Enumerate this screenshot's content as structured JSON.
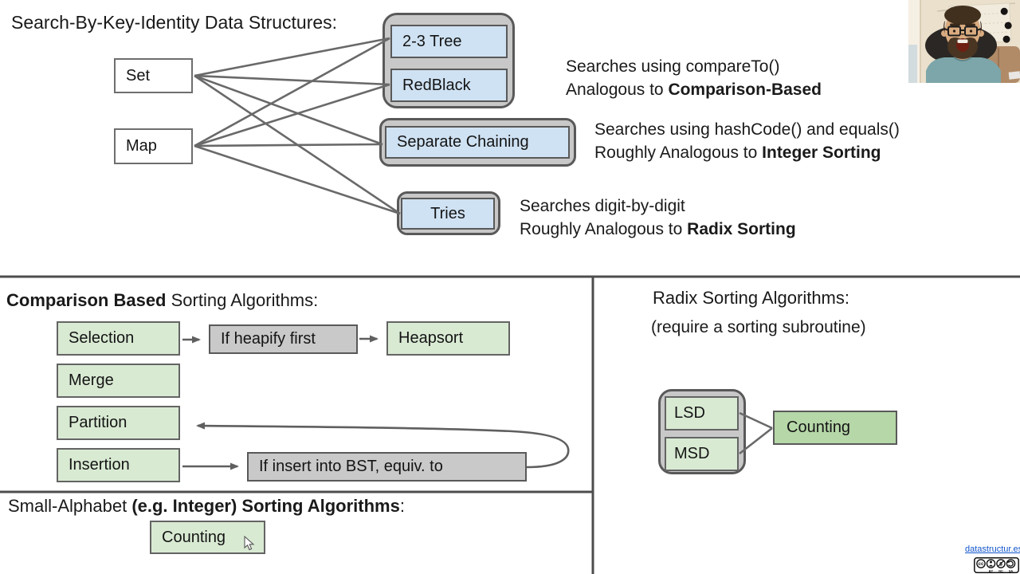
{
  "top": {
    "title": "Search-By-Key-Identity Data Structures:",
    "set": "Set",
    "map": "Map",
    "tree23": "2-3 Tree",
    "redblack": "RedBlack",
    "separate_chaining": "Separate Chaining",
    "tries": "Tries",
    "ann_comparison": {
      "line1": "Searches using compareTo()",
      "prefix": "Analogous to ",
      "bold": "Comparison-Based"
    },
    "ann_hashing": {
      "line1": "Searches using hashCode() and equals()",
      "prefix": "Roughly Analogous to ",
      "bold": "Integer Sorting"
    },
    "ann_tries": {
      "line1": "Searches digit-by-digit",
      "prefix": "Roughly Analogous to ",
      "bold": "Radix Sorting"
    }
  },
  "comparison": {
    "heading_bold": "Comparison Based",
    "heading_rest": " Sorting Algorithms:",
    "selection": "Selection",
    "heapify": "If heapify first",
    "heapsort": "Heapsort",
    "merge": "Merge",
    "partition": "Partition",
    "insertion": "Insertion",
    "bst_note": "If insert into BST, equiv. to"
  },
  "small_alphabet": {
    "heading_prefix": "Small-Alphabet ",
    "heading_bold": "(e.g. Integer) Sorting Algorithms",
    "heading_suffix": ":",
    "counting": "Counting"
  },
  "radix": {
    "heading": "Radix Sorting Algorithms:",
    "subheading": "(require a sorting subroutine)",
    "lsd": "LSD",
    "msd": "MSD",
    "counting": "Counting"
  },
  "footer": {
    "link": "datastructur.es",
    "cc_label": "cc",
    "by_label": "BY",
    "nc_label": "NC",
    "sa_label": "SA"
  },
  "colors": {
    "blue_box": "#cfe2f3",
    "green_box": "#d9ead3",
    "green_dark_box": "#b6d7a8",
    "gray_box": "#c9c9c9",
    "container_gray": "#c8c8c8",
    "box_border": "#595959",
    "connector_line": "#696969",
    "divider": "#4d4d4d",
    "link_blue": "#1155cc"
  }
}
